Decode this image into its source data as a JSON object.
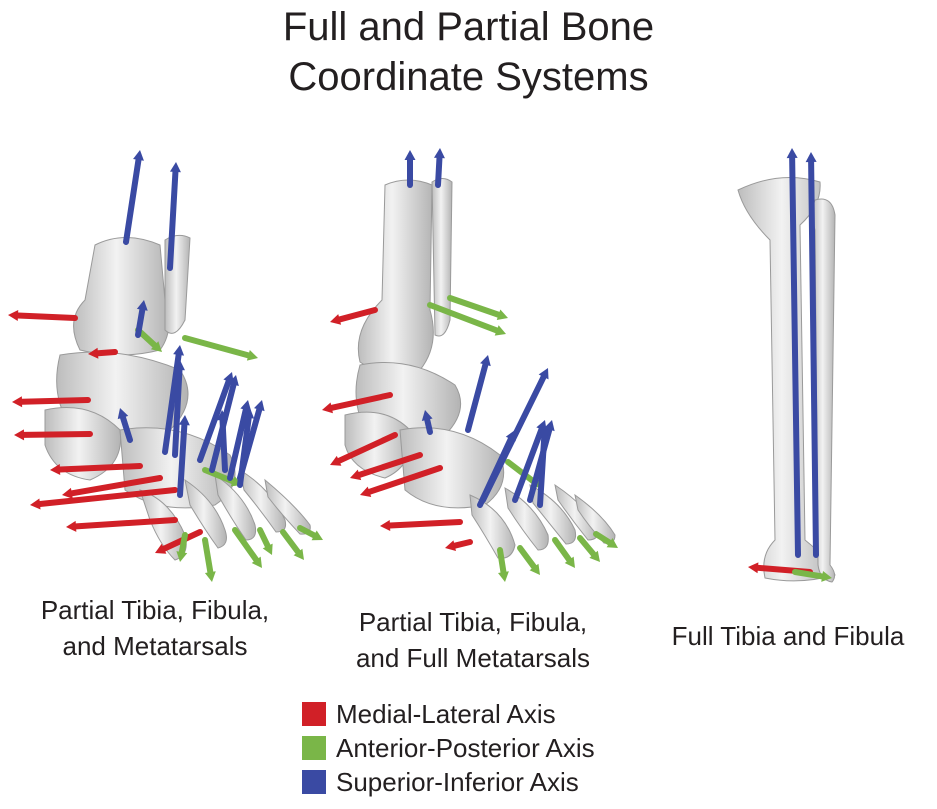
{
  "title_lines": [
    "Full and Partial Bone",
    "Coordinate Systems"
  ],
  "panels": [
    {
      "caption_lines": [
        "Partial Tibia, Fibula,",
        "and Metatarsals"
      ]
    },
    {
      "caption_lines": [
        "Partial Tibia, Fibula,",
        "and Full Metatarsals"
      ]
    },
    {
      "caption_lines": [
        "Full Tibia and Fibula"
      ]
    }
  ],
  "legend": [
    {
      "label": "Medial-Lateral Axis",
      "color": "#d12027"
    },
    {
      "label": "Anterior-Posterior Axis",
      "color": "#7ab648"
    },
    {
      "label": "Superior-Inferior Axis",
      "color": "#3a4aa3"
    }
  ],
  "colors": {
    "bone": "#e6e6e6",
    "bone_shadow": "#b9b9b9",
    "text": "#231f20"
  }
}
